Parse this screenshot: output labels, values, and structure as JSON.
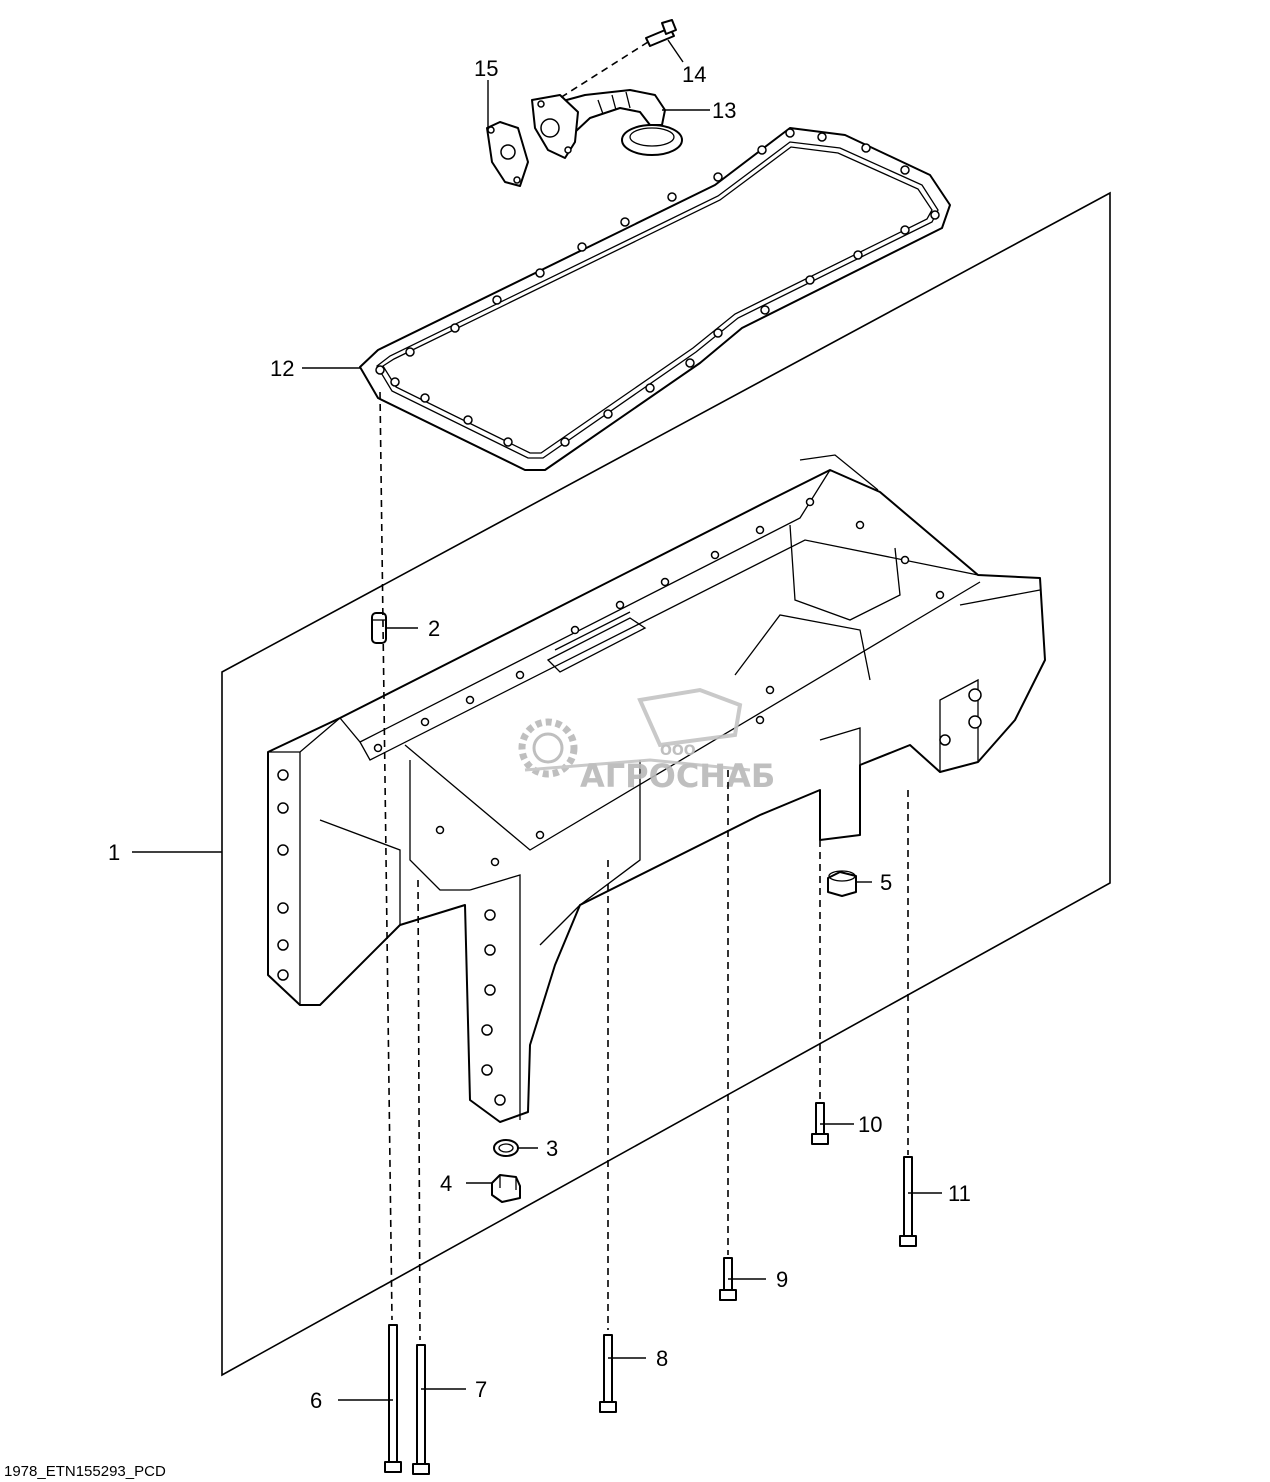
{
  "figure_id": "1978_ETN155293_PCD",
  "watermark": {
    "company_prefix": "ООО",
    "company_name": "АГРОСНАБ"
  },
  "callouts": [
    {
      "id": "1",
      "text": "1"
    },
    {
      "id": "2",
      "text": "2"
    },
    {
      "id": "3",
      "text": "3"
    },
    {
      "id": "4",
      "text": "4"
    },
    {
      "id": "5",
      "text": "5"
    },
    {
      "id": "6",
      "text": "6"
    },
    {
      "id": "7",
      "text": "7"
    },
    {
      "id": "8",
      "text": "8"
    },
    {
      "id": "9",
      "text": "9"
    },
    {
      "id": "10",
      "text": "10"
    },
    {
      "id": "11",
      "text": "11"
    },
    {
      "id": "12",
      "text": "12"
    },
    {
      "id": "13",
      "text": "13"
    },
    {
      "id": "14",
      "text": "14"
    },
    {
      "id": "15",
      "text": "15"
    }
  ]
}
